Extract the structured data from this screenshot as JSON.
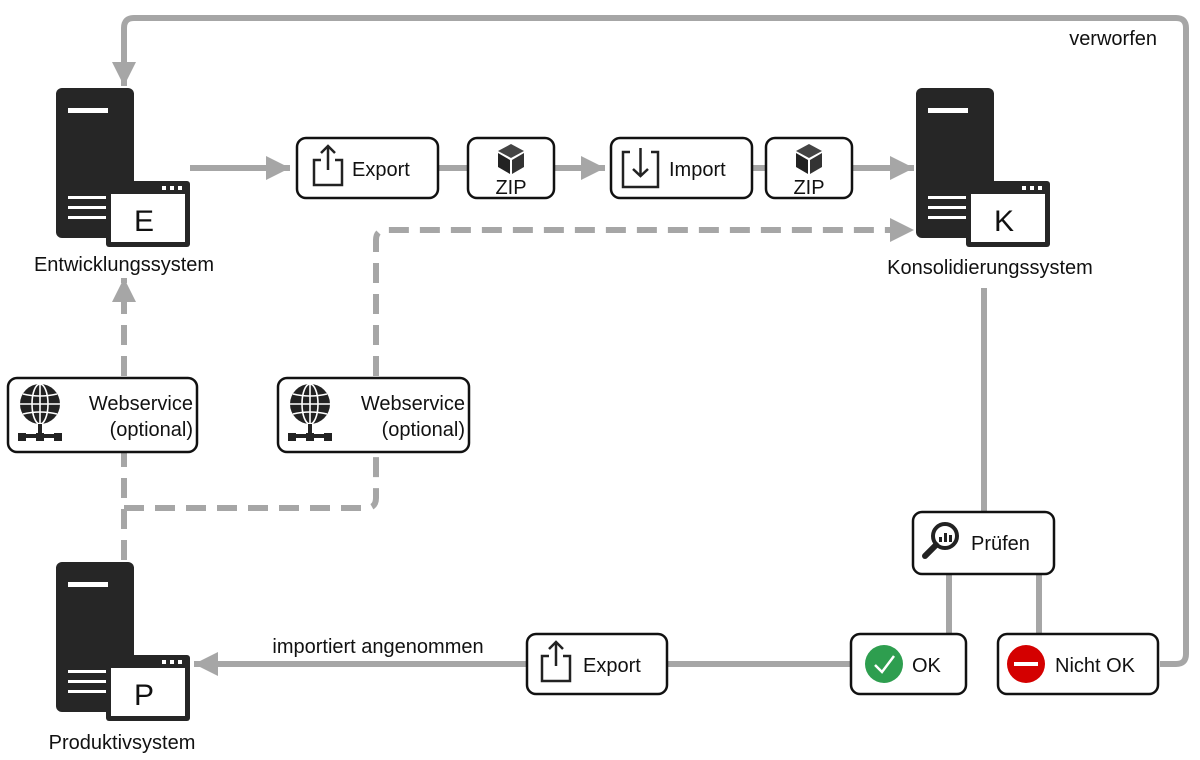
{
  "systems": {
    "entwicklung": {
      "letter": "E",
      "label": "Entwicklungssystem"
    },
    "konsolidierung": {
      "letter": "K",
      "label": "Konsolidierungssystem"
    },
    "produktiv": {
      "letter": "P",
      "label": "Produktivsystem"
    }
  },
  "steps": {
    "export_top": "Export",
    "zip1": "ZIP",
    "import_top": "Import",
    "zip2": "ZIP",
    "webservice_left": [
      "Webservice",
      "(optional)"
    ],
    "webservice_mid": [
      "Webservice",
      "(optional)"
    ],
    "pruefen": "Prüfen",
    "ok": "OK",
    "nicht_ok": "Nicht OK",
    "export_bottom": "Export"
  },
  "edge_labels": {
    "verworfen": "verworfen",
    "importiert": "importiert angenommen"
  },
  "icons": {
    "server": "server-icon",
    "export": "export-icon",
    "import": "import-icon",
    "zip": "package-icon",
    "webservice": "globe-network-icon",
    "pruefen": "magnifier-icon",
    "ok": "check-circle-icon",
    "nicht_ok": "minus-circle-icon"
  },
  "colors": {
    "flow": "#a6a6a6",
    "server": "#262626",
    "ok": "#2e9e4f",
    "nicht_ok": "#d40000"
  }
}
